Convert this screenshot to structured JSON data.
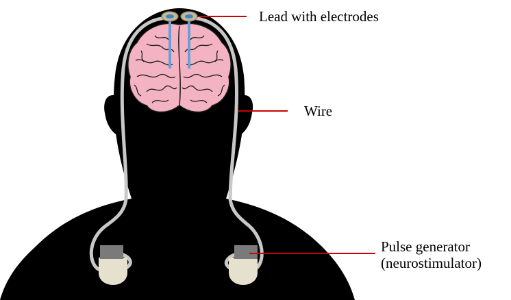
{
  "labels": {
    "lead": "Lead with electrodes",
    "wire": "Wire",
    "pulse_line1": "Pulse generator",
    "pulse_line2": "(neurostimulator)"
  },
  "colors": {
    "silhouette": "#000000",
    "wire": "#c8c8c8",
    "lead": "#6a9ed6",
    "electrode_ring": "#c8b89a",
    "electrode_dot": "#3a86c8",
    "brain_fill": "#f4b3c2",
    "brain_outline": "#1a1a1a",
    "generator_body": "#e6e0cf",
    "generator_header": "#7a7a7a",
    "pointer": "#cc0000"
  },
  "icons": {
    "silhouette": "human-head-shoulders-icon",
    "brain": "brain-icon",
    "electrode": "electrode-icon",
    "generator": "pulse-generator-icon"
  }
}
